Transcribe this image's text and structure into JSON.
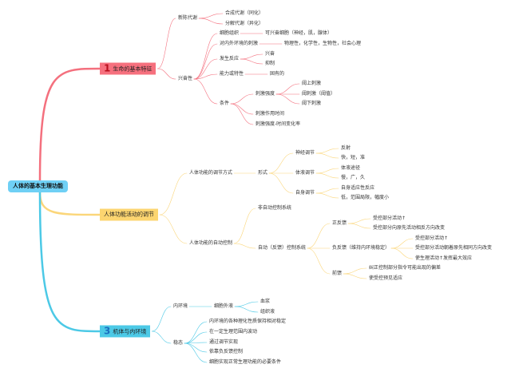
{
  "root": "人体的基本生理功能",
  "colors": {
    "b1": "#f4707e",
    "b2": "#fbd67a",
    "b3": "#4cc9e6"
  },
  "b1": {
    "num": "1",
    "title": "生命的基本特征",
    "items": [
      "新陈代谢",
      "合成代谢（同化）",
      "分解代谢（异化）",
      "兴奋性",
      "细胞组织",
      "可兴奋细胞（神经，肌，腺体）",
      "对内外环境的刺激",
      "物理性，化学性，生物性，社会心理",
      "发生反应",
      "兴奋",
      "抑制",
      "能力或特性",
      "固有的",
      "条件",
      "刺激强度",
      "阈上刺激",
      "阈刺激（阈值）",
      "阈下刺激",
      "刺激作用时间",
      "刺激强度-时间变化率"
    ]
  },
  "b2": {
    "num": "",
    "title": "人体功能活动的调节",
    "items": [
      "人体功能的调节方式",
      "形式",
      "神经调节",
      "反射",
      "快，短，准",
      "体液调节",
      "体液途径",
      "慢，广，久",
      "自身调节",
      "自身适应性反应",
      "低，范围局限，幅度小",
      "人体功能的自动控制",
      "非自动控制系统",
      "自动（反馈）控制系统",
      "正反馈",
      "受控部分活动↑",
      "受控部分向原先活动相反方向改变",
      "负反馈（维持内环境稳定）",
      "受控部分活动↑",
      "受控部分活动朝着原先相同方向改变",
      "使生理活动↑发挥最大效应",
      "前馈",
      "纠正控制部分指令可能出现的偏差",
      "使受控预见适应"
    ]
  },
  "b3": {
    "num": "3",
    "title": "机体与内环境",
    "items": [
      "内环境",
      "细胞外液",
      "血浆",
      "组织液",
      "稳态",
      "内环境的各种理化性质保持相对稳定",
      "在一定生理范围内波动",
      "通过调节实现",
      "依靠负反馈控制",
      "细胞实现正常生理功能的必要条件"
    ]
  }
}
